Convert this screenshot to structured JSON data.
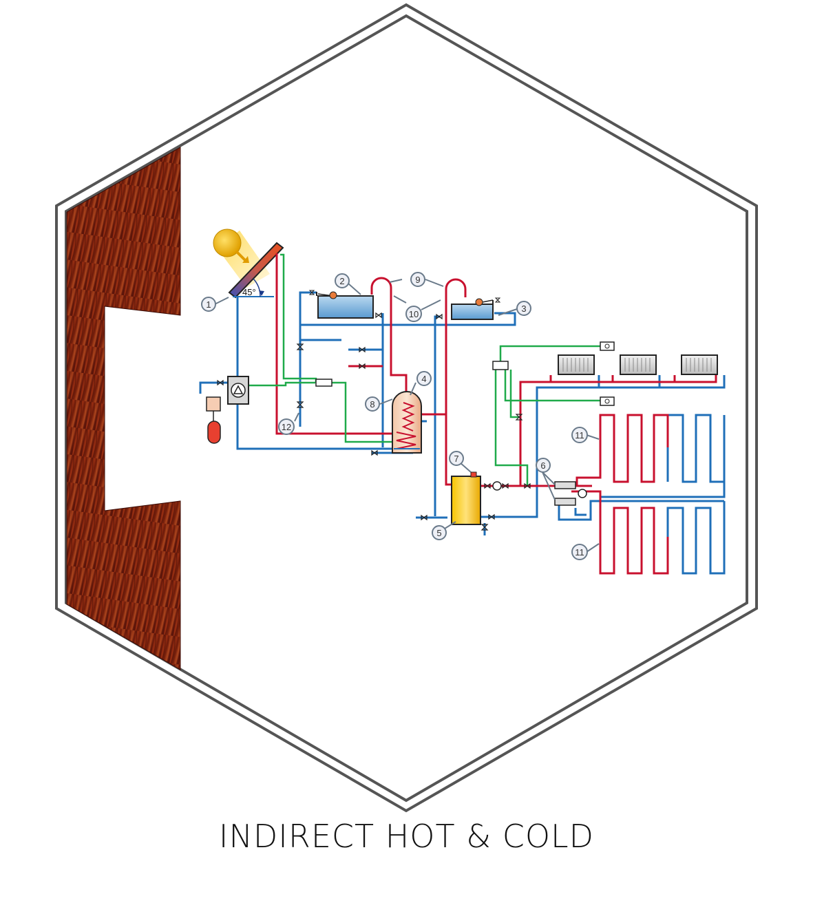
{
  "caption": "INDIRECT HOT & COLD",
  "angle_label": "45°",
  "callouts": [
    "1",
    "2",
    "3",
    "4",
    "5",
    "6",
    "7",
    "8",
    "9",
    "10",
    "11",
    "11",
    "12"
  ],
  "colors": {
    "hot_pipe": "#c8102e",
    "cold_pipe": "#1f6fb8",
    "control_line": "#1faa4a",
    "sun": "#f2b705",
    "tank_water": "#7fb6e0",
    "boiler": "#f2b705",
    "wall_wood": "#7a1f0f",
    "frame": "#555555"
  },
  "icons": [
    "sun-icon",
    "solar-collector-icon",
    "pump-icon",
    "radiator-icon",
    "thermostat-icon",
    "valve-icon"
  ]
}
